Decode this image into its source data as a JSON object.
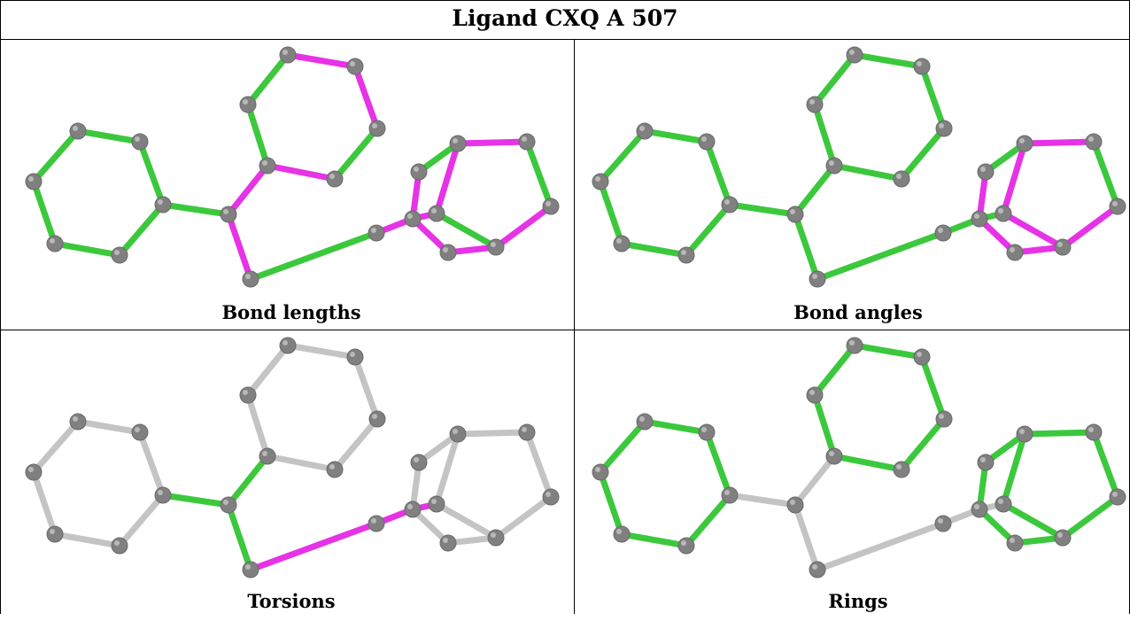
{
  "title": "Ligand CXQ A 507",
  "colors": {
    "green": "#3cc83c",
    "magenta": "#e633e6",
    "gray": "#c4c4c4",
    "atom": "#808080"
  },
  "panels": [
    {
      "caption": "Bond lengths",
      "bond_colors": [
        "green",
        "green",
        "green",
        "green",
        "green",
        "green",
        "green",
        "magenta",
        "magenta",
        "green",
        "green",
        "magenta",
        "magenta",
        "green",
        "magenta",
        "green",
        "magenta",
        "magenta",
        "magenta",
        "green",
        "magenta",
        "green",
        "magenta",
        "green",
        "magenta",
        "magenta",
        "magenta"
      ]
    },
    {
      "caption": "Bond angles",
      "bond_colors": [
        "green",
        "green",
        "green",
        "green",
        "green",
        "green",
        "green",
        "green",
        "green",
        "green",
        "green",
        "green",
        "green",
        "green",
        "green",
        "green",
        "green",
        "green",
        "magenta",
        "green",
        "magenta",
        "green",
        "magenta",
        "magenta",
        "magenta",
        "magenta",
        "magenta"
      ]
    },
    {
      "caption": "Torsions",
      "bond_colors": [
        "gray",
        "gray",
        "gray",
        "gray",
        "gray",
        "gray",
        "green",
        "green",
        "green",
        "gray",
        "gray",
        "gray",
        "gray",
        "gray",
        "gray",
        "magenta",
        "magenta",
        "magenta",
        "gray",
        "gray",
        "gray",
        "gray",
        "gray",
        "gray",
        "gray",
        "gray",
        "gray"
      ]
    },
    {
      "caption": "Rings",
      "bond_colors": [
        "green",
        "green",
        "green",
        "green",
        "green",
        "green",
        "gray",
        "gray",
        "gray",
        "green",
        "green",
        "green",
        "green",
        "green",
        "green",
        "gray",
        "gray",
        "gray",
        "green",
        "green",
        "green",
        "green",
        "green",
        "green",
        "green",
        "green",
        "green"
      ]
    }
  ]
}
